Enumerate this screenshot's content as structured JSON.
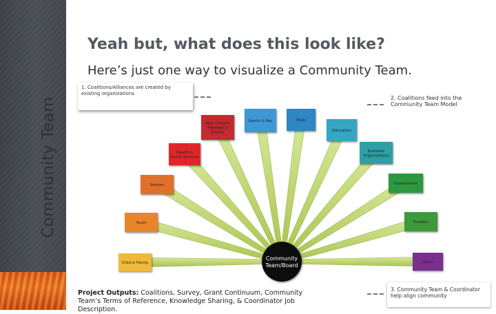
{
  "slide": {
    "vertical_title": "Community Team",
    "title": "Yeah but, what does this look like?",
    "subtitle": "Here’s just one way to visualize a Community Team."
  },
  "callouts": {
    "one": "1. Coalitions/Alliances are created by existing organizations",
    "two": "2. Coalitions feed into the Community Team Model",
    "three": "3. Community Team & Coordinator help align community"
  },
  "hub": {
    "line1": "Community",
    "line2": "Team/Board",
    "color": "#111111"
  },
  "nodes": [
    {
      "id": "child-family",
      "lines": [
        "Child & Family"
      ],
      "color": "#f0b93a"
    },
    {
      "id": "youth",
      "lines": [
        "Youth"
      ],
      "color": "#e8852c"
    },
    {
      "id": "seniors",
      "lines": [
        "Seniors"
      ],
      "color": "#e2702a"
    },
    {
      "id": "health",
      "lines": [
        "Health &",
        "Social Services"
      ],
      "color": "#e0252a"
    },
    {
      "id": "arts",
      "lines": [
        "Arts, Culture,",
        "Heritage &",
        "Events"
      ],
      "color": "#c4292d"
    },
    {
      "id": "sports",
      "lines": [
        "Sports & Rec"
      ],
      "color": "#3d98d6"
    },
    {
      "id": "trails",
      "lines": [
        "Trails"
      ],
      "color": "#2f86c4"
    },
    {
      "id": "education",
      "lines": [
        "Education"
      ],
      "color": "#35a5c4"
    },
    {
      "id": "business",
      "lines": [
        "Business",
        "Organizations"
      ],
      "color": "#2f9fa6"
    },
    {
      "id": "government",
      "lines": [
        "Government"
      ],
      "color": "#2e9840"
    },
    {
      "id": "funders",
      "lines": [
        "Funders"
      ],
      "color": "#3c9a3a"
    },
    {
      "id": "other",
      "lines": [
        "Other"
      ],
      "color": "#7a2f8e"
    }
  ],
  "outputs": {
    "label": "Project Outputs:",
    "text": " Coalitions, Survey, Grant Continuum, Community Team’s Terms of Reference, Knowledge Sharing, & Coordinator Job Description."
  }
}
